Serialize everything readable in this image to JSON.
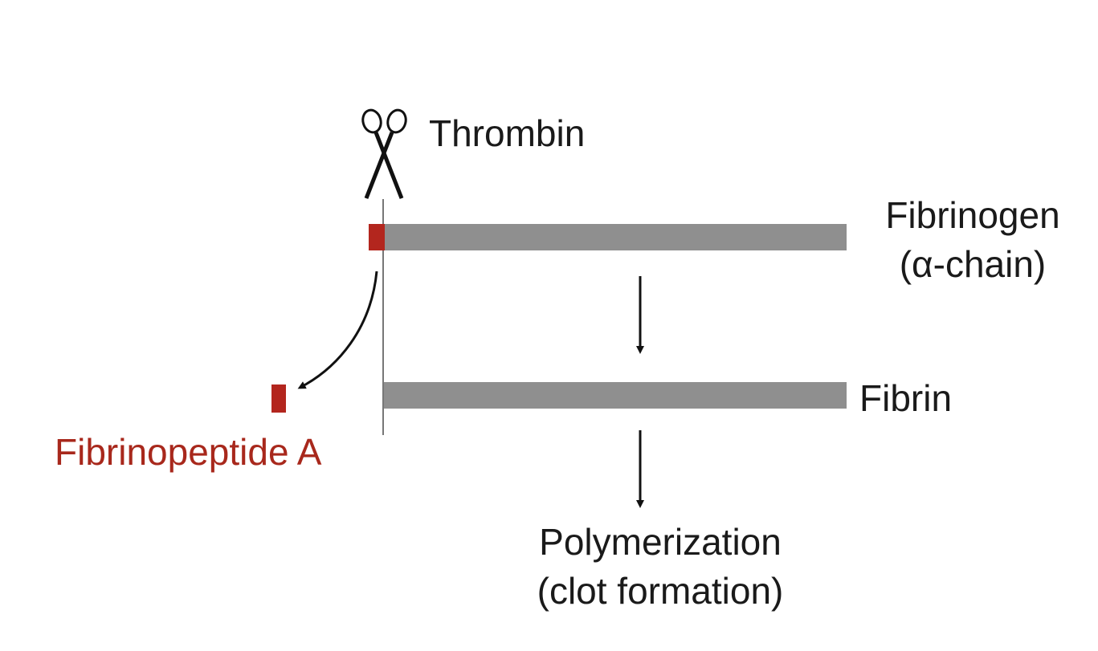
{
  "labels": {
    "enzyme": "Thrombin",
    "precursor_line1": "Fibrinogen",
    "precursor_line2": "(α-chain)",
    "product": "Fibrin",
    "released_peptide": "Fibrinopeptide A",
    "outcome_line1": "Polymerization",
    "outcome_line2": "(clot formation)"
  },
  "icons": {
    "cutter": "scissors-icon"
  },
  "colors": {
    "chain": "#8f8f8f",
    "peptide": "#b3261e",
    "peptide_label": "#a8281c",
    "text": "#1a1a1a",
    "arrows": "#111111",
    "cleavage_line": "#777777"
  }
}
